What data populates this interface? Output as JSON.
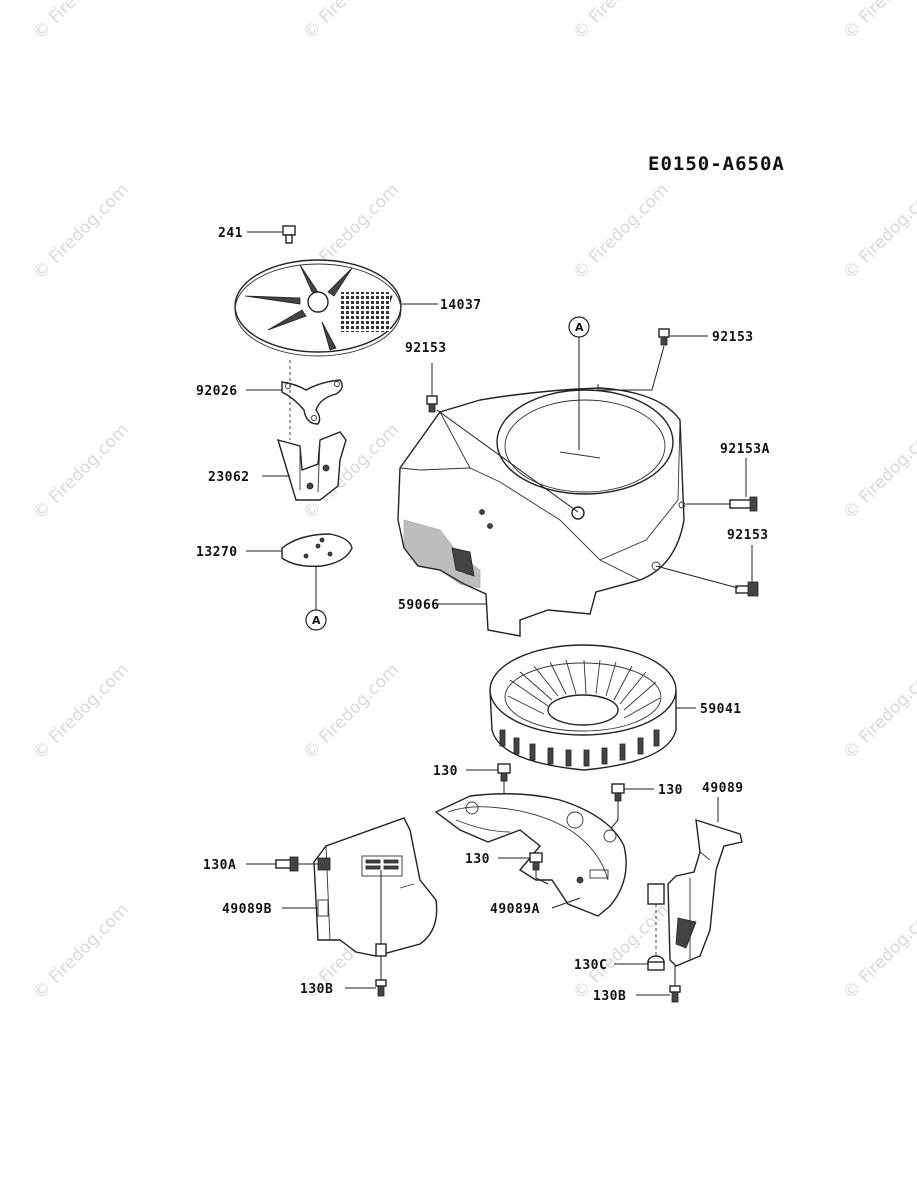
{
  "diagram_code": "E0150-A650A",
  "watermark": "© Firedog.com",
  "reference_mark": "A",
  "labels": {
    "p241": "241",
    "p14037": "14037",
    "p92026": "92026",
    "p23062": "23062",
    "p13270": "13270",
    "p92153_top_left": "92153",
    "p92153_top_right": "92153",
    "p92153A": "92153A",
    "p92153_right": "92153",
    "p59066": "59066",
    "p59041": "59041",
    "p130_mid": "130",
    "p130_right": "130",
    "p49089": "49089",
    "p130A": "130A",
    "p130_lower": "130",
    "p49089B": "49089B",
    "p49089A": "49089A",
    "p130C": "130C",
    "p130B_left": "130B",
    "p130B_right": "130B"
  }
}
